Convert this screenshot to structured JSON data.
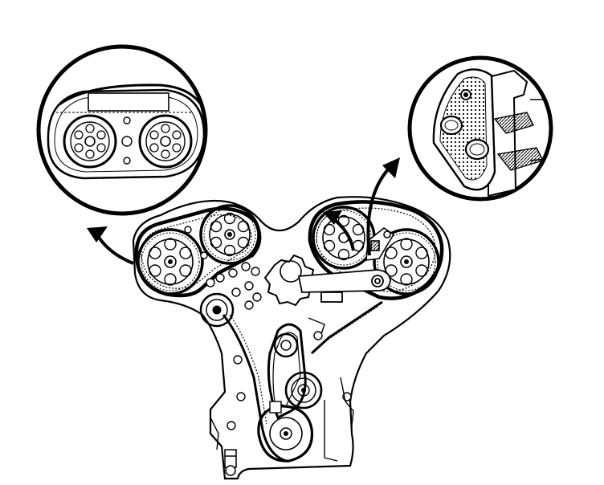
{
  "diagram": {
    "kind": "timing-belt-illustration",
    "colors": {
      "ink": "#000000",
      "paper": "#ffffff",
      "shade": "#9a9a9a"
    },
    "parts": {
      "detail_left": "camshaft-sprocket-alignment-detail",
      "detail_right": "belt-tensioner-detail",
      "engine": "engine-front-timing-cover-area"
    }
  }
}
